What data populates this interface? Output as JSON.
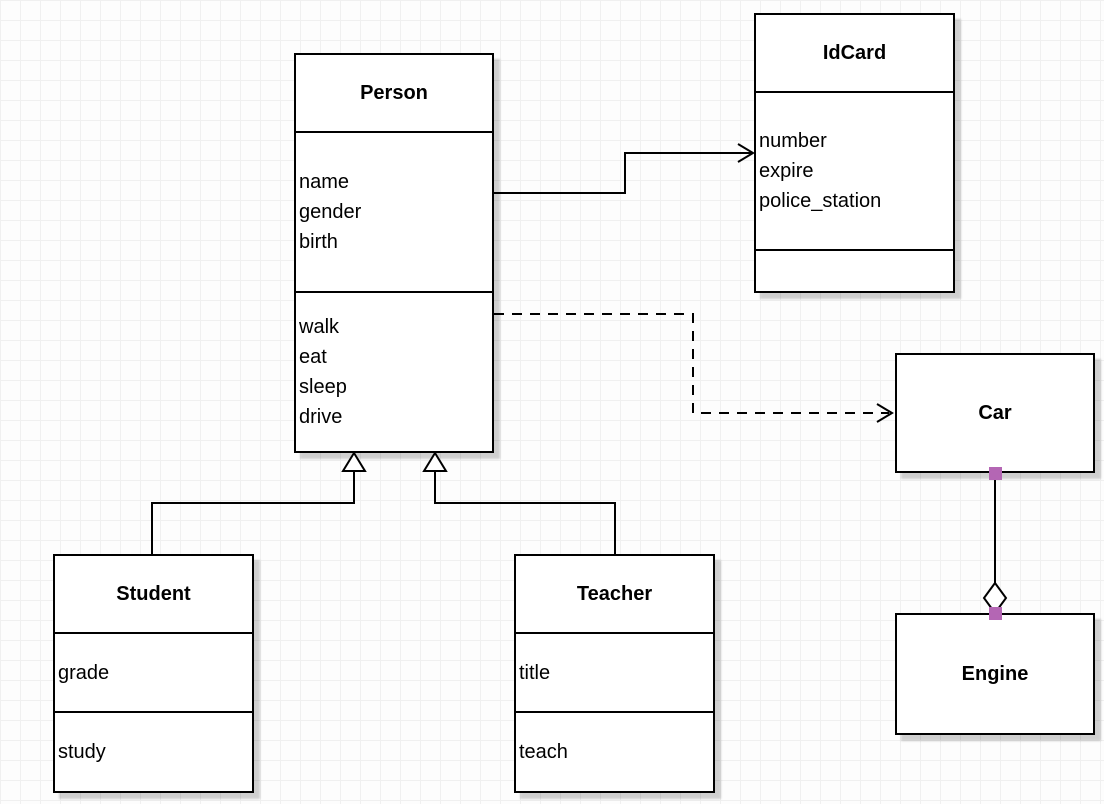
{
  "diagram": {
    "kind": "uml-class-diagram",
    "classes": {
      "person": {
        "name": "Person",
        "attributes": [
          "name",
          "gender",
          "birth"
        ],
        "methods": [
          "walk",
          "eat",
          "sleep",
          "drive"
        ]
      },
      "idcard": {
        "name": "IdCard",
        "attributes": [
          "number",
          "expire",
          "police_station"
        ],
        "methods": []
      },
      "car": {
        "name": "Car",
        "attributes": [],
        "methods": []
      },
      "engine": {
        "name": "Engine",
        "attributes": [],
        "methods": []
      },
      "student": {
        "name": "Student",
        "attributes": [
          "grade"
        ],
        "methods": [
          "study"
        ]
      },
      "teacher": {
        "name": "Teacher",
        "attributes": [
          "title"
        ],
        "methods": [
          "teach"
        ]
      }
    },
    "relationships": [
      {
        "from": "Person",
        "to": "IdCard",
        "type": "association",
        "line": "solid",
        "marker": "open-arrow"
      },
      {
        "from": "Person",
        "to": "Car",
        "type": "dependency",
        "line": "dashed",
        "marker": "open-arrow"
      },
      {
        "from": "Student",
        "to": "Person",
        "type": "generalization",
        "line": "solid",
        "marker": "hollow-triangle"
      },
      {
        "from": "Teacher",
        "to": "Person",
        "type": "generalization",
        "line": "solid",
        "marker": "hollow-triangle"
      },
      {
        "from": "Car",
        "to": "Engine",
        "type": "aggregation",
        "line": "solid",
        "marker": "hollow-diamond"
      }
    ],
    "colors": {
      "line": "#000000",
      "node_fill": "#ffffff",
      "grid": "#f0f0f0",
      "endpoint_marker": "#b466b4",
      "shadow": "rgba(0,0,0,0.18)"
    }
  }
}
